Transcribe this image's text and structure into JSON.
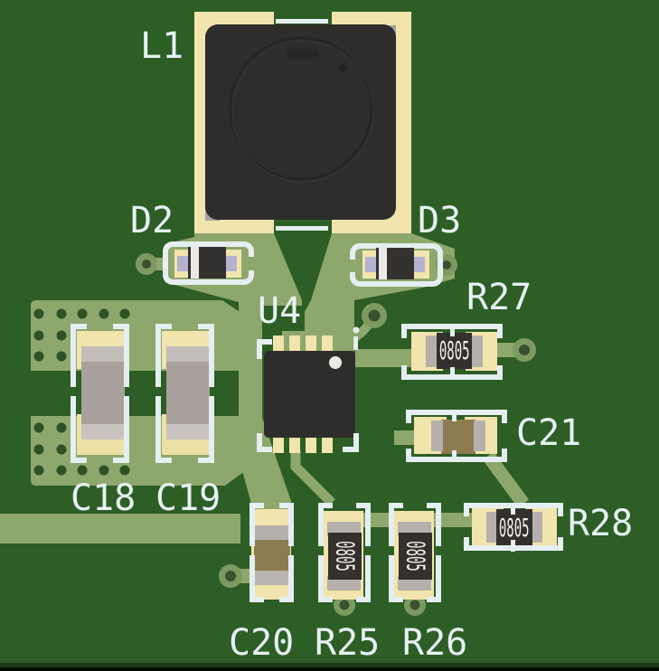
{
  "silkscreen_labels": {
    "l1": "L1",
    "d2": "D2",
    "d3": "D3",
    "u4": "U4",
    "r27": "R27",
    "c21": "C21",
    "r28": "R28",
    "c18": "C18",
    "c19": "C19",
    "c20": "C20",
    "r25": "R25",
    "r26": "R26"
  },
  "component_markings": {
    "r25": "0805",
    "r26": "0805",
    "r27": "0805",
    "r28": "0805"
  },
  "colors": {
    "board_green": "#2c5e26",
    "copper_pour": "#8ea76c",
    "pad_gold": "#f2e4ad",
    "silkscreen_white": "#e5eef1",
    "ic_body_black": "#2f2d2b",
    "capacitor_gray": "#a8a19b",
    "capacitor_brown": "#8d7b50",
    "diode_terminal_lavender": "#b4b2cf",
    "via_ring_olive": "#7d9a61",
    "board_edge_dark": "#081107"
  }
}
